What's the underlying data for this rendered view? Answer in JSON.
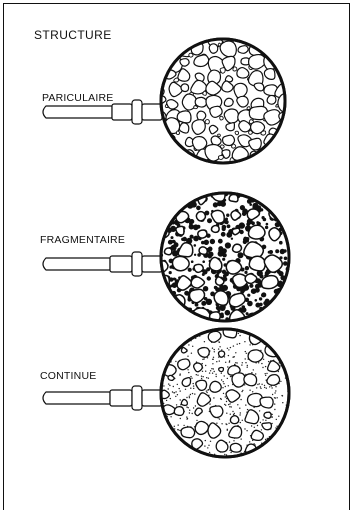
{
  "title": "STRUCTURE",
  "panels": [
    {
      "label": "PARICULAIRE",
      "type": "particulaire"
    },
    {
      "label": "FRAGMENTAIRE",
      "type": "fragmentaire"
    },
    {
      "label": "CONTINUE",
      "type": "continue"
    }
  ]
}
